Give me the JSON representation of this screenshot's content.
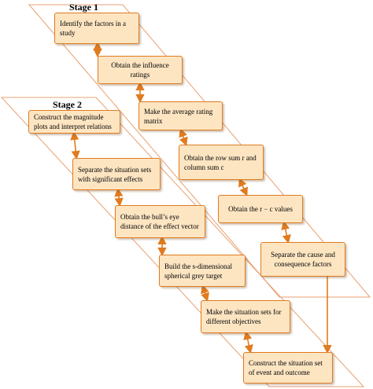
{
  "colors": {
    "band": "#e8a070",
    "box_fill": "#fde5c2",
    "box_border": "#e07b1f",
    "arrow": "#e07b1f"
  },
  "stage1": {
    "title": "Stage 1",
    "steps": {
      "s1": "Identify the factors in a study",
      "s2": "Obtain the influence ratings",
      "s3": "Make the average rating matrix",
      "s4": "Obtain the row sum r and column sum c",
      "s5": "Obtain the r − c values",
      "s6": "Separate the cause and consequence factors"
    }
  },
  "stage2": {
    "title": "Stage 2",
    "steps": {
      "t1": "Construct the magnitude plots and interpret relations",
      "t2": "Separate the situation sets with significant effects",
      "t3": "Obtain the bull’s eye distance of the effect vector",
      "t4": "Build the s-dimensional spherical grey target",
      "t5": "Make the situation sets for different objectives",
      "t6": "Construct the situation set of event and outcome"
    }
  }
}
